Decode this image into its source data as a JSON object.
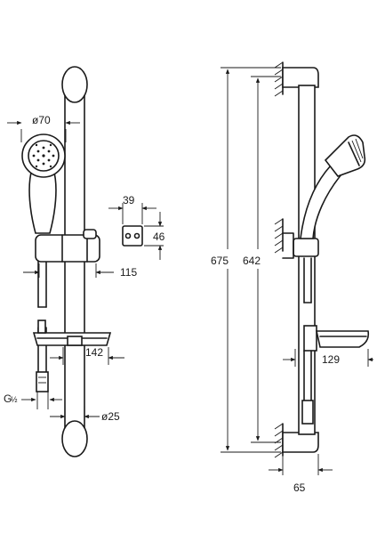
{
  "dimensions": {
    "head_diameter": "ø70",
    "holder_width": "39",
    "holder_height": "46",
    "slider_projection": "115",
    "soap_dish_left": "142",
    "rail_diameter": "ø25",
    "hose_thread_main": "G",
    "hose_thread_fraction": "½",
    "total_height": "675",
    "bracket_spacing": "642",
    "soap_dish_right": "129",
    "wall_offset": "65"
  }
}
